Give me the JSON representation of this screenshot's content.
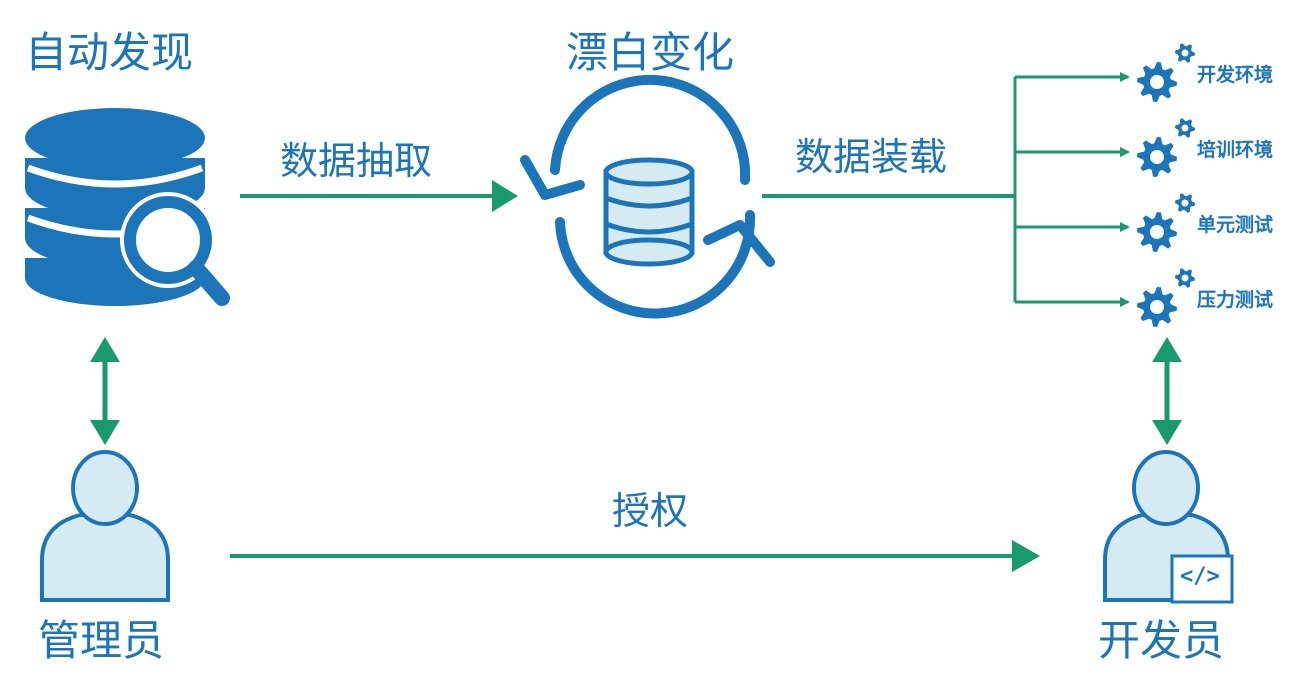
{
  "labels": {
    "auto_discover": "自动发现",
    "drift_change": "漂白变化",
    "data_extract": "数据抽取",
    "data_load": "数据装载",
    "authorize": "授权",
    "admin": "管理员",
    "developer": "开发员"
  },
  "environments": [
    "开发环境",
    "培训环境",
    "单元测试",
    "压力测试"
  ],
  "code_tag": "</>",
  "colors": {
    "blue": "#1c75b8",
    "light_blue": "#d6eaf4",
    "green": "#1a9a6c",
    "text_blue": "#1c75b8"
  }
}
